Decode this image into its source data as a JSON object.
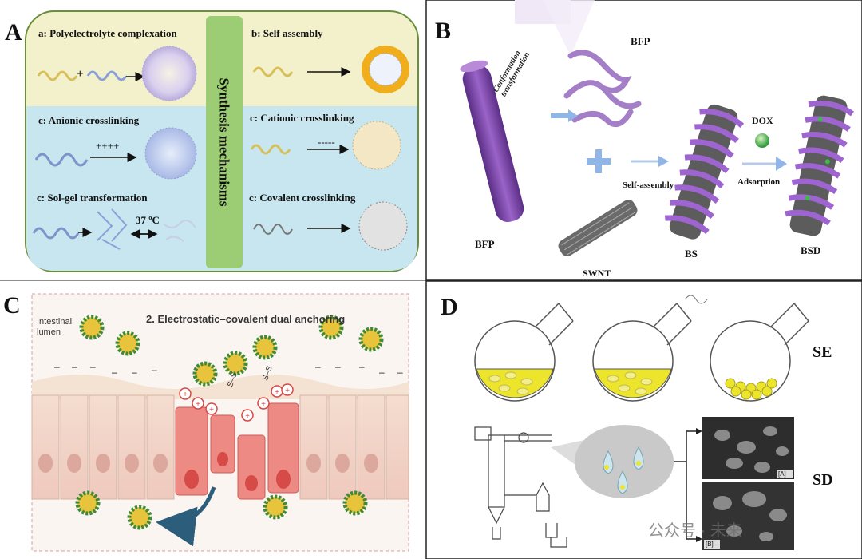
{
  "panels": {
    "A": {
      "letter": "A",
      "center_label": "Synthesis mechanisms",
      "items": [
        {
          "label": "a: Polyelectrolyte complexation",
          "plus": "+"
        },
        {
          "label": "b: Self assembly"
        },
        {
          "label": "c: Anionic crosslinking",
          "charges": "++++"
        },
        {
          "label": "c: Cationic crosslinking",
          "charges": "-----"
        },
        {
          "label": "c: Sol-gel transformation",
          "temp": "37 ºC"
        },
        {
          "label": "c: Covalent crosslinking"
        }
      ]
    },
    "B": {
      "letter": "B",
      "bfp_top": "BFP",
      "bfp_bottom": "BFP",
      "conformation": "Conformation transformation",
      "self_assembly": "Self-assembly",
      "dox": "DOX",
      "adsorption": "Adsorption",
      "bs": "BS",
      "bsd": "BSD",
      "swnt": "SWNT"
    },
    "C": {
      "letter": "C",
      "title": "2. Electrostatic–covalent dual anchoring",
      "lumen": "Intestinal lumen",
      "ss": "S–S"
    },
    "D": {
      "letter": "D",
      "se": "SE",
      "sd": "SD",
      "img_a": "[A]",
      "img_b": "[B]",
      "watermark": "公众号 · 未来"
    }
  },
  "colors": {
    "panel_a_top_bg": "#f3f1cc",
    "panel_a_bottom_bg": "#c8e6ef",
    "panel_a_center": "#9ccc74",
    "nanotube_purple": "#8a4fb8",
    "cell_pink": "#f2cfc9",
    "cell_red": "#e36a6a",
    "flask_yellow": "#ece52c"
  }
}
